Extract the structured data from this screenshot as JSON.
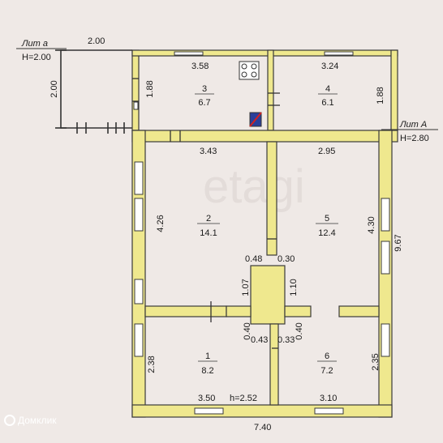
{
  "lit_a_small": {
    "name": "Лит а",
    "height": "H=2.00"
  },
  "lit_a_main": {
    "name": "Лит А",
    "height": "H=2.80"
  },
  "rooms": [
    {
      "number": "3",
      "area": "6.7"
    },
    {
      "number": "4",
      "area": "6.1"
    },
    {
      "number": "2",
      "area": "14.1"
    },
    {
      "number": "5",
      "area": "12.4"
    },
    {
      "number": "1",
      "area": "8.2"
    },
    {
      "number": "6",
      "area": "7.2"
    }
  ],
  "dimensions": {
    "porch_top": "2.00",
    "porch_side": "2.00",
    "r3_width": "3.58",
    "r3_height": "1.88",
    "r4_width": "3.24",
    "r4_height": "1.88",
    "r2_width": "3.43",
    "r2_height": "4.26",
    "r5_width": "2.95",
    "r5_height": "4.30",
    "overall_height": "9.67",
    "stove_left_top": "0.48",
    "stove_right_top": "0.30",
    "stove_left_side": "1.07",
    "stove_right_side": "1.10",
    "stove_left_low": "0.40",
    "stove_right_low": "0.40",
    "stove_left_bottom": "0.43",
    "stove_right_bottom": "0.33",
    "r1_height": "2.38",
    "r6_height": "2.35",
    "r1_width": "3.50",
    "ceiling_h": "h=2.52",
    "r6_width": "3.10",
    "overall_width": "7.40"
  },
  "watermarks": {
    "brand": "Домклик",
    "center": "etagi"
  },
  "colors": {
    "wall_fill": "#efe88e",
    "wall_stroke": "#3a3a3a",
    "background": "#efe9e6",
    "accent_red": "#d32020",
    "accent_blue": "#2a3f9a"
  }
}
